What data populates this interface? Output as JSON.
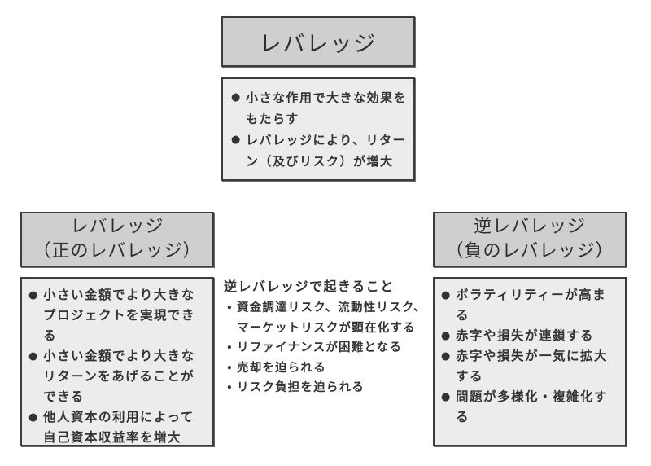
{
  "diagram": {
    "top": {
      "title": "レバレッジ",
      "points": [
        "小さな作用で大きな効果をもたらす",
        "レバレッジにより、リターン（及びリスク）が増大"
      ]
    },
    "left": {
      "title": "レバレッジ",
      "subtitle": "（正のレバレッジ）",
      "points": [
        "小さい金額でより大きなプロジェクトを実現できる",
        "小さい金額でより大きなリターンをあげることができる",
        "他人資本の利用によって自己資本収益率を増大"
      ]
    },
    "right": {
      "title": "逆レバレッジ",
      "subtitle": "（負のレバレッジ）",
      "points": [
        "ボラティリティーが高まる",
        "赤字や損失が連鎖する",
        "赤字や損失が一気に拡大する",
        "問題が多様化・複雑化する"
      ]
    },
    "middle": {
      "title": "逆レバレッジで起きること",
      "points": [
        "資金調達リスク、流動性リスク、マーケットリスクが顕在化する",
        "リファイナンスが困難となる",
        "売却を迫られる",
        "リスク負担を迫られる"
      ]
    },
    "bullet_glyph": "●",
    "mid_bullet_glyph": "•",
    "colors": {
      "header_fill": "#cfcfcf",
      "body_fill": "#ececec",
      "border": "#3c3c3c",
      "text": "#2e2e2e"
    }
  }
}
